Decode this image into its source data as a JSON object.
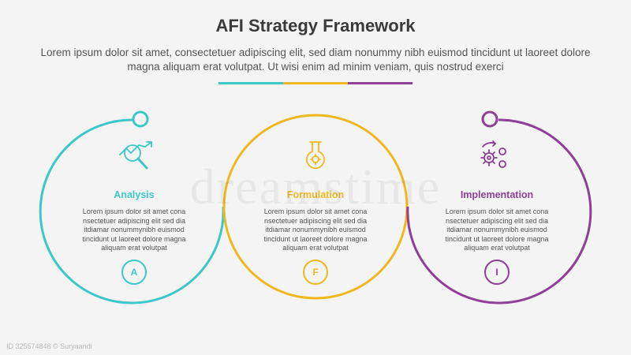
{
  "title": "AFI Strategy Framework",
  "subtitle": "Lorem ipsum dolor sit amet, consectetuer adipiscing elit, sed diam nonummy nibh euismod tincidunt ut laoreet dolore magna aliquam erat volutpat. Ut wisi enim ad minim veniam, quis nostrud exerci",
  "colors": {
    "teal": "#3cc8c8",
    "gold": "#f0b820",
    "purple": "#8e3f96"
  },
  "stages": [
    {
      "label": "Analysis",
      "letter": "A",
      "icon": "magnifier-chart-icon",
      "description": "Lorem ipsum dolor sit amet cona nsectetuer adipiscing elit sed dia itdiamar nonummynibh euismod tincidunt ut laoreet dolore magna aliquam erat volutpat"
    },
    {
      "label": "Formulation",
      "letter": "F",
      "icon": "flask-icon",
      "description": "Lorem ipsum dolor sit amet cona nsectetuer adipiscing elit sed dia itdiamar nonummynibh euismod tincidunt ut laoreet dolore magna aliquam erat volutpat"
    },
    {
      "label": "Implementation",
      "letter": "I",
      "icon": "gears-icon",
      "description": "Lorem ipsum dolor sit amet cona nsectetuer adipiscing elit sed dia itdiamar nonummynibh euismod tincidunt ut laoreet dolore magna aliquam erat volutpat"
    }
  ],
  "watermark": "dreamstime",
  "watermark_id": "ID 325574848 © Suryaandi"
}
